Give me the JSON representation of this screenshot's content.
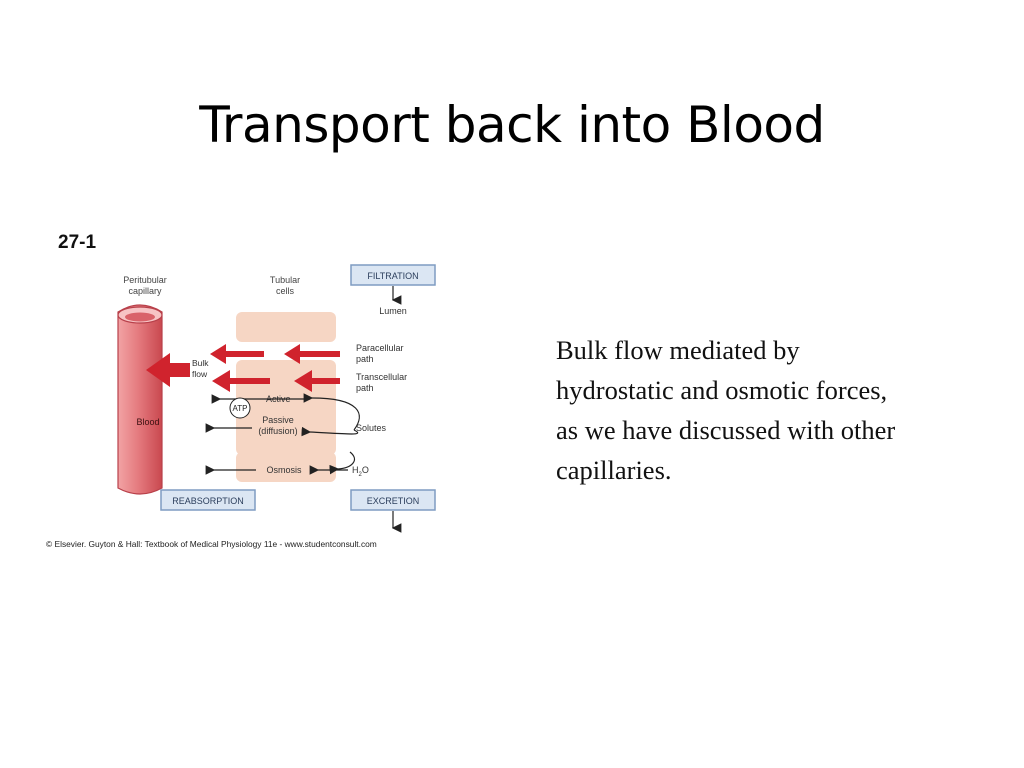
{
  "slide": {
    "title": "Transport back into Blood",
    "body_lines": [
      "Bulk flow mediated by",
      "hydrostatic and osmotic forces,",
      "as we have discussed with other",
      "capillaries."
    ]
  },
  "figure": {
    "number": "27-1",
    "peritubular_label": [
      "Peritubular",
      "capillary"
    ],
    "tubular_label": [
      "Tubular",
      "cells"
    ],
    "filtration": "FILTRATION",
    "lumen": "Lumen",
    "paracellular": [
      "Paracellular",
      "path"
    ],
    "transcellular": [
      "Transcellular",
      "path"
    ],
    "bulk_flow": [
      "Bulk",
      "flow"
    ],
    "active": "Active",
    "atp": "ATP",
    "passive": [
      "Passive",
      "(diffusion)"
    ],
    "solutes": "Solutes",
    "blood": "Blood",
    "osmosis": "Osmosis",
    "water": "H",
    "water_sub": "2",
    "water_tail": "O",
    "reabsorption": "REABSORPTION",
    "excretion": "EXCRETION",
    "credit": "© Elsevier. Guyton & Hall: Textbook of Medical Physiology 11e - www.studentconsult.com",
    "colors": {
      "capillary": "#e57b7f",
      "capillary_dark": "#c04048",
      "cell": "#f6d6c4",
      "arrow_red": "#d0232d",
      "box_fill": "#dbe6f3",
      "box_border": "#7e9cc2"
    }
  }
}
